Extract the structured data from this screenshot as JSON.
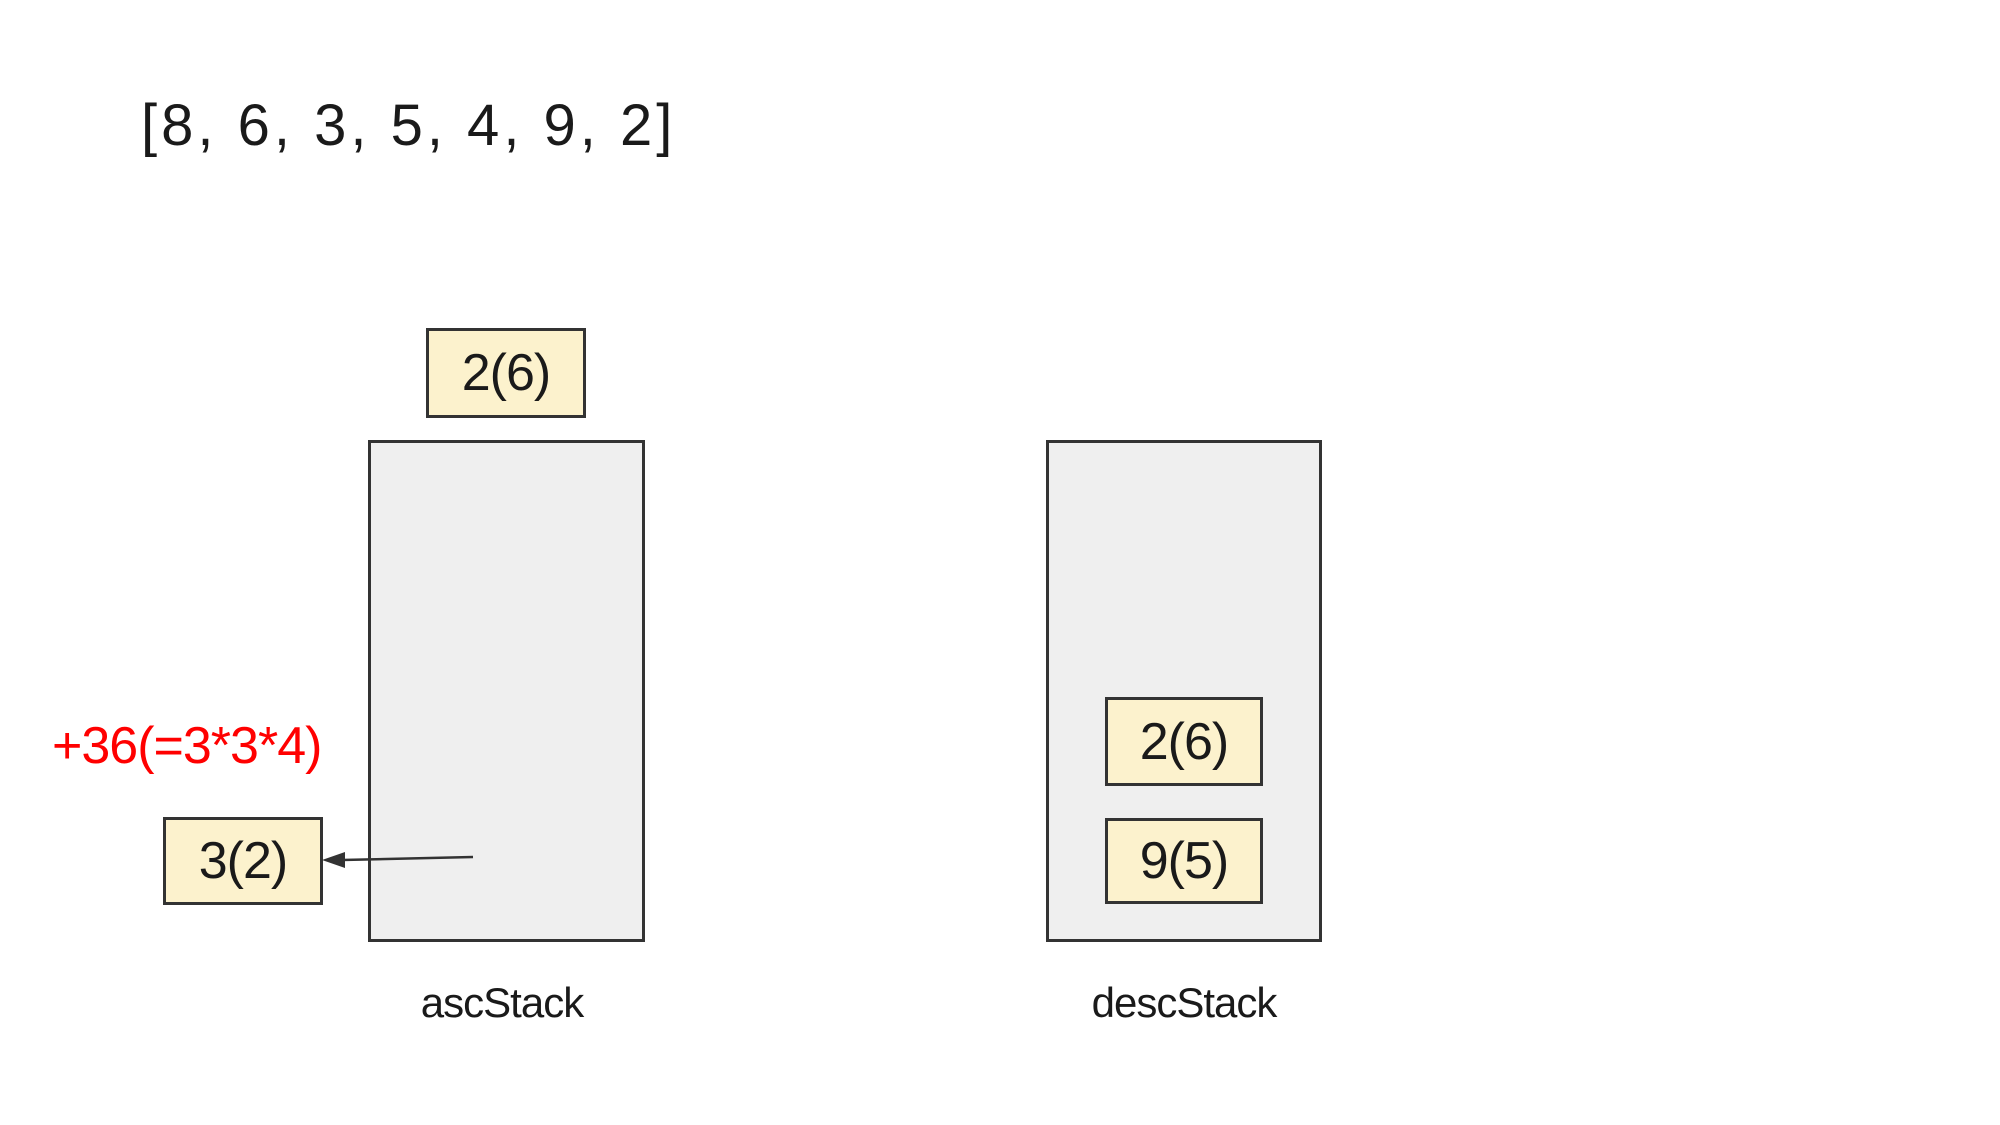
{
  "array_label": "[8, 6, 3, 5, 4, 9, 2]",
  "incoming": {
    "label": "2(6)"
  },
  "asc_stack": {
    "name": "ascStack",
    "items": [],
    "popped": {
      "label": "3(2)"
    },
    "annotation": "+36(=3*3*4)"
  },
  "desc_stack": {
    "name": "descStack",
    "items": [
      {
        "label": "2(6)"
      },
      {
        "label": "9(5)"
      }
    ]
  },
  "colors": {
    "value_box_fill": "#fcf2cd",
    "box_border": "#333333",
    "stack_fill": "#efefef",
    "annotation_red": "#ff0000",
    "text": "#1a1a1a",
    "background": "#ffffff"
  }
}
